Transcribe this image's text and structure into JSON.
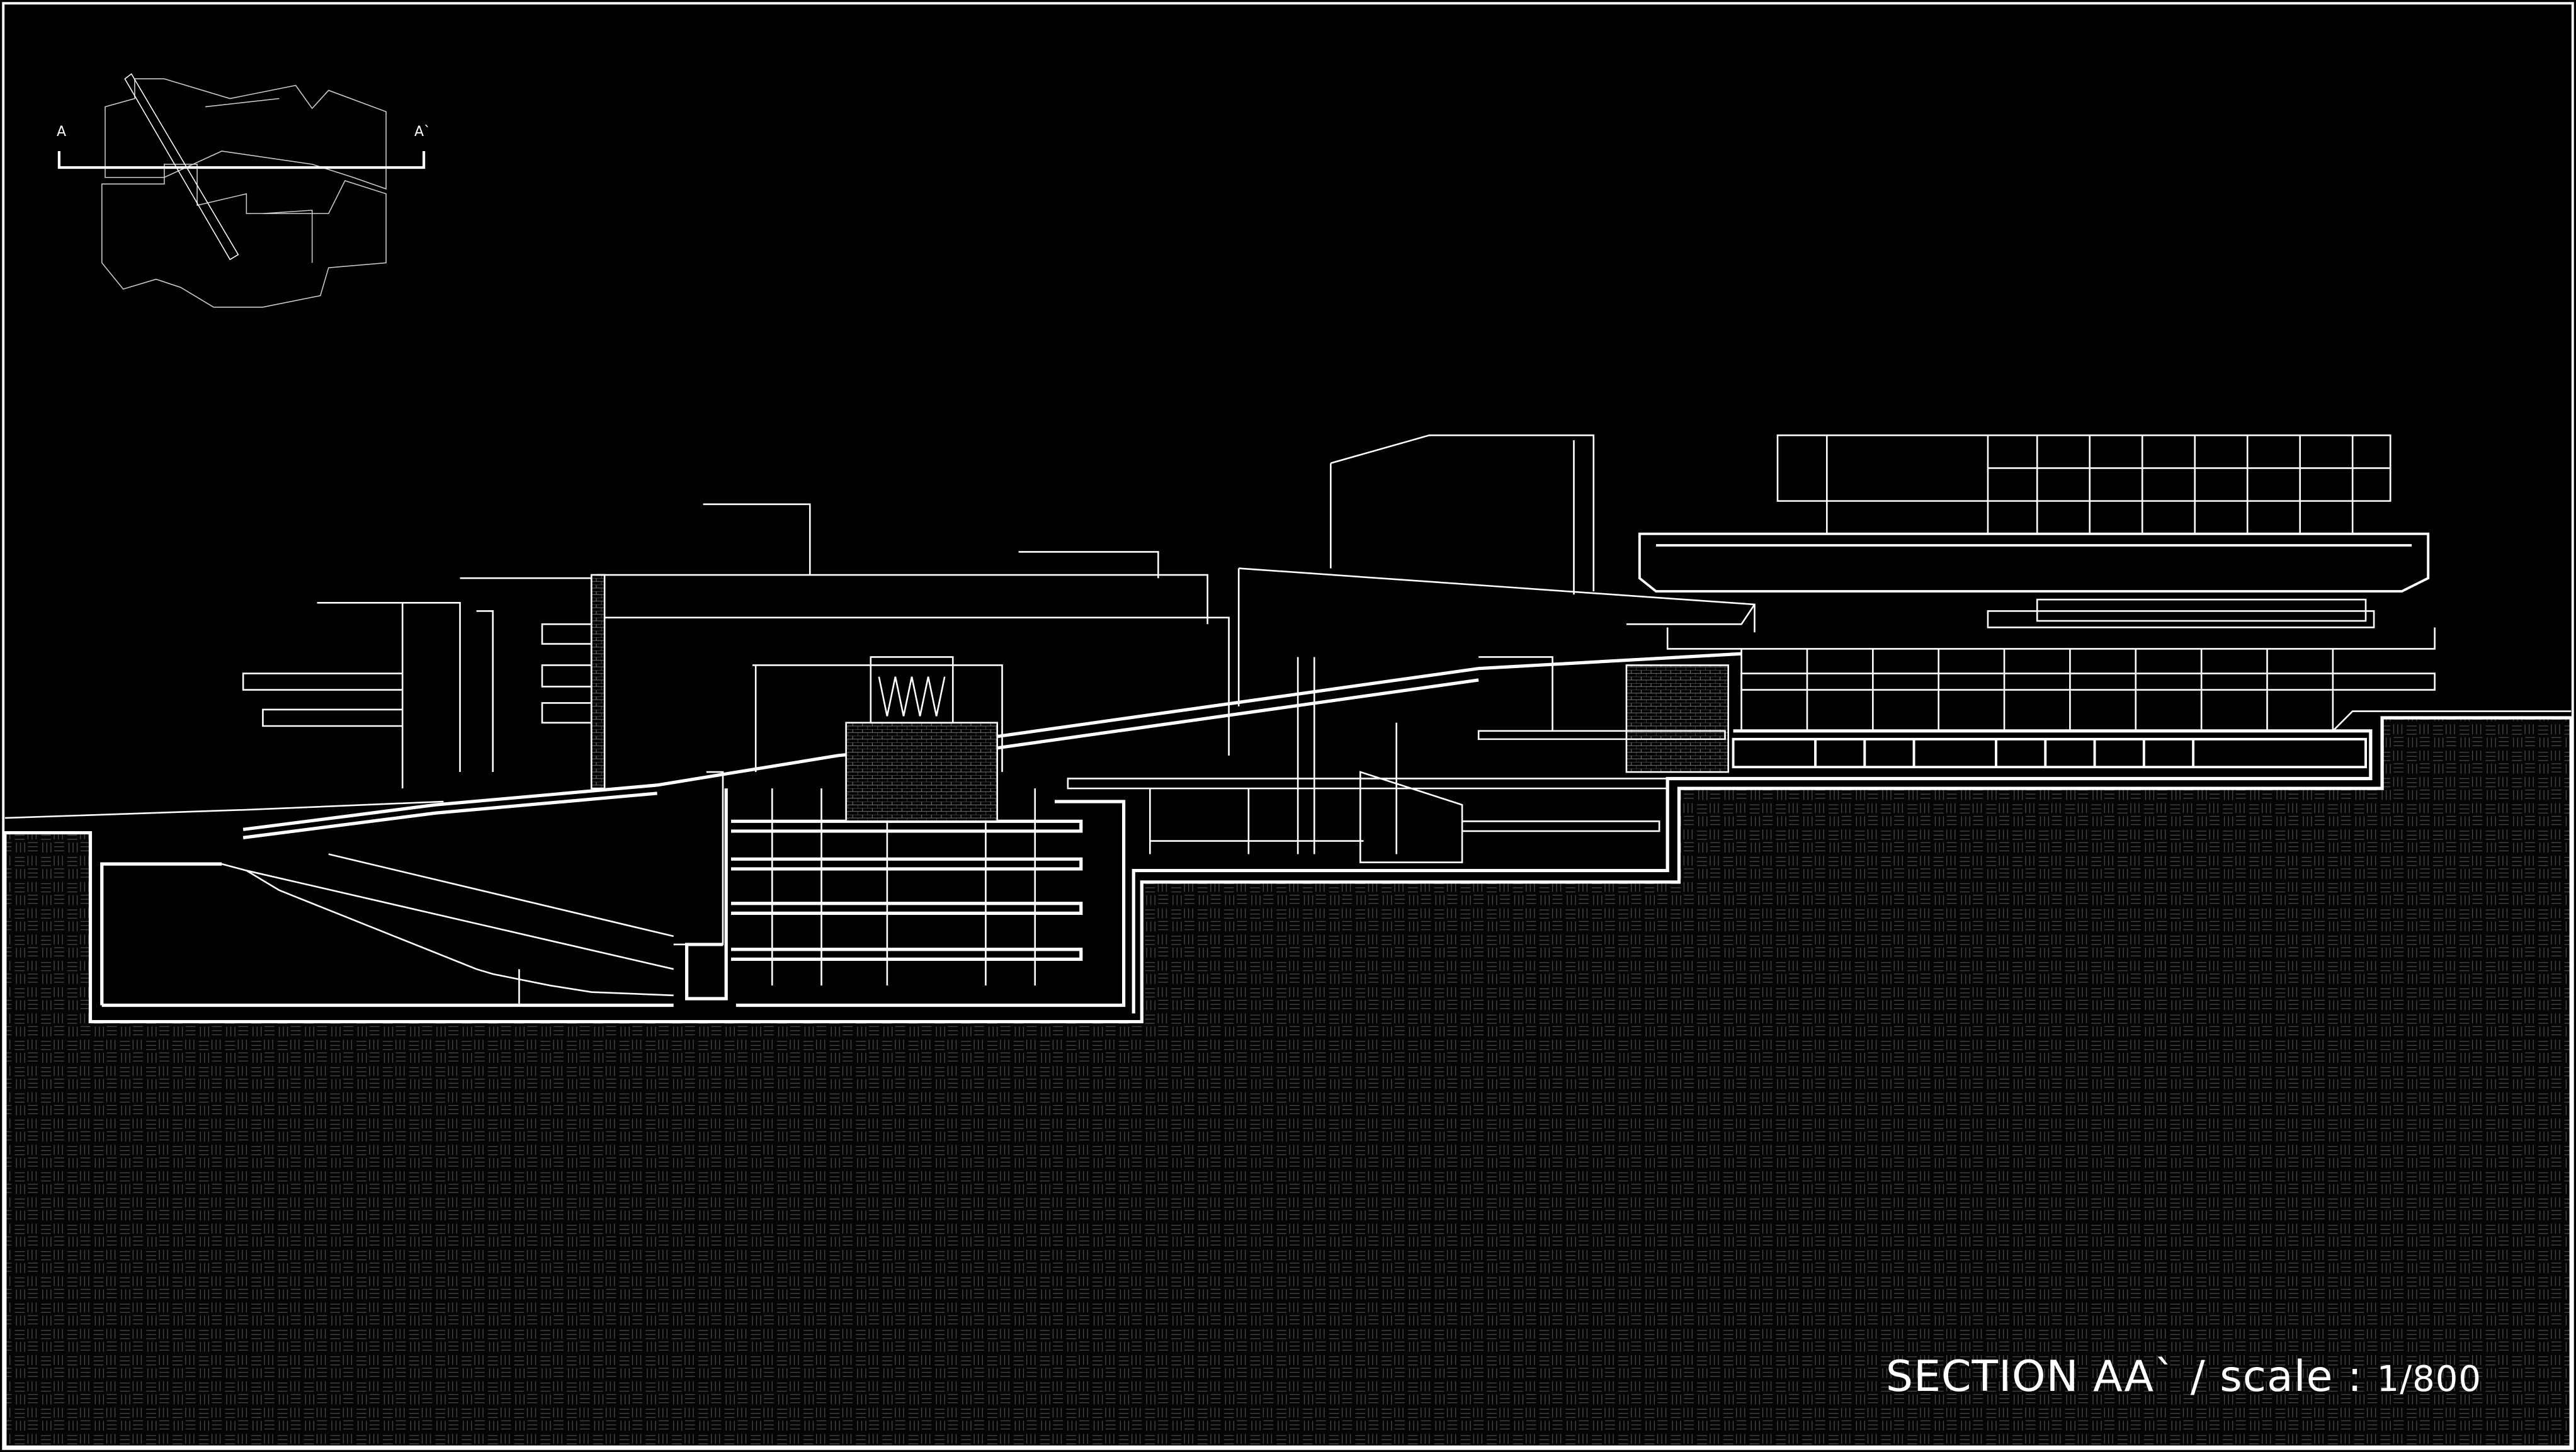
{
  "drawing": {
    "title": "SECTION AA`",
    "separator": "/",
    "scale_label": "scale :",
    "scale_value": "1/800"
  },
  "key_plan": {
    "cut_start_label": "A",
    "cut_end_label": "A`"
  },
  "colors": {
    "background": "#000000",
    "linework": "#ffffff",
    "hatch": "#5a5a5a"
  }
}
